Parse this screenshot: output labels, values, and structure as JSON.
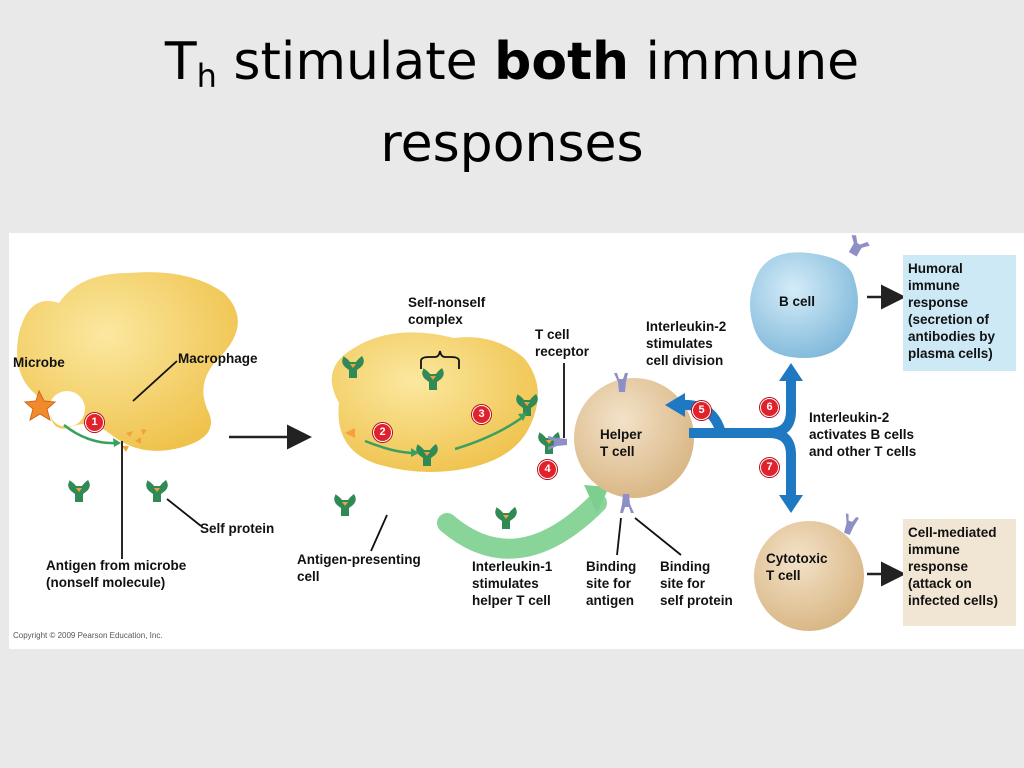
{
  "title": {
    "prefix": "T",
    "subscript": "h",
    "middle": " stimulate ",
    "bold": "both",
    "suffix": " immune",
    "line2": "responses"
  },
  "labels": {
    "microbe": "Microbe",
    "macrophage": "Macrophage",
    "self_protein": "Self protein",
    "antigen_from_microbe": "Antigen from microbe\n(nonself molecule)",
    "self_nonself_complex": "Self-nonself\ncomplex",
    "antigen_presenting_cell": "Antigen-presenting\ncell",
    "t_cell_receptor": "T cell\nreceptor",
    "interleukin1": "Interleukin-1\nstimulates\nhelper T cell",
    "binding_antigen": "Binding\nsite for\nantigen",
    "binding_self": "Binding\nsite for\nself protein",
    "helper_t_cell": "Helper\nT cell",
    "interleukin2_division": "Interleukin-2\nstimulates\ncell division",
    "interleukin2_activates": "Interleukin-2\nactivates B cells\nand other T cells",
    "b_cell": "B cell",
    "cytotoxic_t_cell": "Cytotoxic\nT cell"
  },
  "boxes": {
    "humoral": "Humoral\nimmune\nresponse\n(secretion of\nantibodies by\nplasma cells)",
    "cell_mediated": "Cell-mediated\nimmune\nresponse\n(attack on\ninfected cells)"
  },
  "steps": [
    "1",
    "2",
    "3",
    "4",
    "5",
    "6",
    "7"
  ],
  "copyright": "Copyright © 2009 Pearson Education, Inc.",
  "colors": {
    "cell_yellow": "#f4d06a",
    "helper_tan": "#e5c9a3",
    "b_cell_blue": "#9fcde6",
    "molecule_green": "#2f8a55",
    "arrow_green": "#3aa060",
    "arrow_blue": "#1f78c2",
    "receptor_purple": "#8f8fc8",
    "antigen_orange": "#f4a13a",
    "step_red": "#e1212c"
  }
}
